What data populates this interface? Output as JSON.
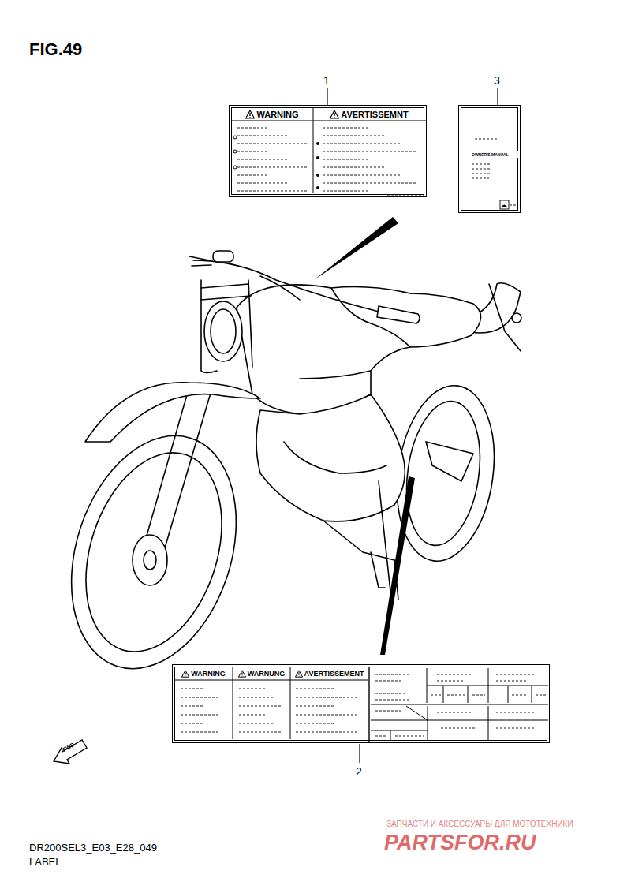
{
  "diagram": {
    "title": "FIG.49",
    "nodes": [
      {
        "text": [
          "WARNING",
          "AVERTISSEMNT"
        ]
      },
      {
        "text": [
          "WARNING",
          "WARNUNG",
          "AVERTISSEMENT"
        ]
      },
      {
        "text": [
          "OWNER'S MANUAL"
        ]
      }
    ],
    "labels": [
      "1",
      "3",
      "2",
      "FWD",
      "DR200SEL3_E03_E28_049",
      "LABEL",
      "ЗАПЧАСТИ И АКСЕССУАРЫ ДЛЯ МОТОТЕХНИКИ",
      "PARTSFOR.RU"
    ]
  }
}
